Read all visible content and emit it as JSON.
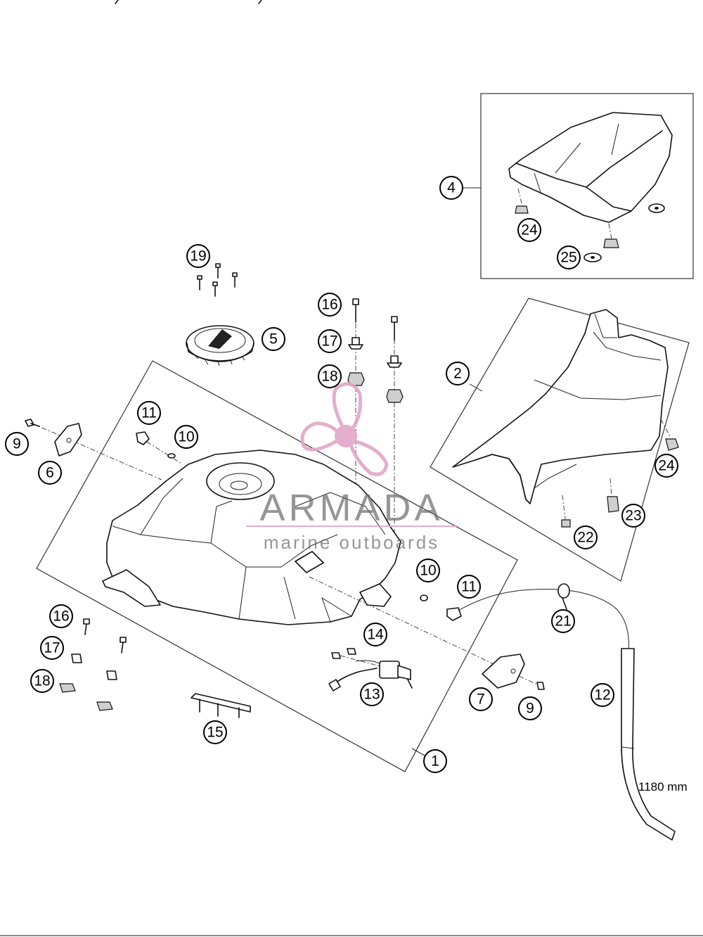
{
  "callouts": {
    "c1": "1",
    "c2": "2",
    "c4": "4",
    "c5": "5",
    "c6": "6",
    "c7": "7",
    "c9a": "9",
    "c9b": "9",
    "c10a": "10",
    "c10b": "10",
    "c11a": "11",
    "c11b": "11",
    "c12": "12",
    "c13": "13",
    "c14": "14",
    "c15": "15",
    "c16a": "16",
    "c16b": "16",
    "c17a": "17",
    "c17b": "17",
    "c18a": "18",
    "c18b": "18",
    "c19": "19",
    "c21": "21",
    "c22": "22",
    "c23": "23",
    "c24a": "24",
    "c24b": "24",
    "c25": "25"
  },
  "dimensions": {
    "hose_length": "1180 mm"
  },
  "watermark": {
    "brand": "ARMADA",
    "tagline": "marine outboards"
  }
}
